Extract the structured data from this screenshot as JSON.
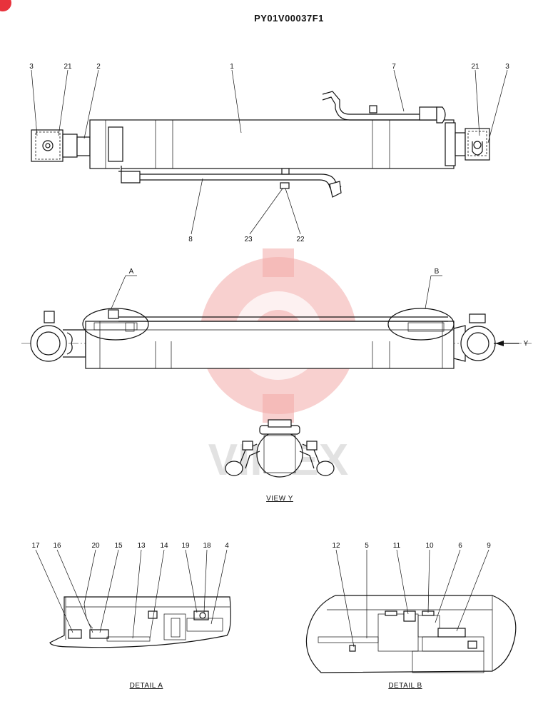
{
  "title": "PY01V00037F1",
  "colors": {
    "line": "#111111",
    "watermark": "#f3aaa8",
    "badge": "#e8323c"
  },
  "watermark": {
    "text": "VIITEX"
  },
  "views": {
    "main": {
      "callouts": [
        "3",
        "21",
        "2",
        "1",
        "7",
        "21",
        "3",
        "8",
        "23",
        "22"
      ]
    },
    "side": {
      "detail_markers": [
        "A",
        "B"
      ],
      "view_arrow": "Y"
    },
    "view_y": {
      "caption": "VIEW  Y"
    },
    "detail_a": {
      "caption": "DETAIL  A",
      "callouts": [
        "17",
        "16",
        "20",
        "15",
        "13",
        "14",
        "19",
        "18",
        "4"
      ]
    },
    "detail_b": {
      "caption": "DETAIL  B",
      "callouts": [
        "12",
        "5",
        "11",
        "10",
        "6",
        "9"
      ]
    }
  }
}
